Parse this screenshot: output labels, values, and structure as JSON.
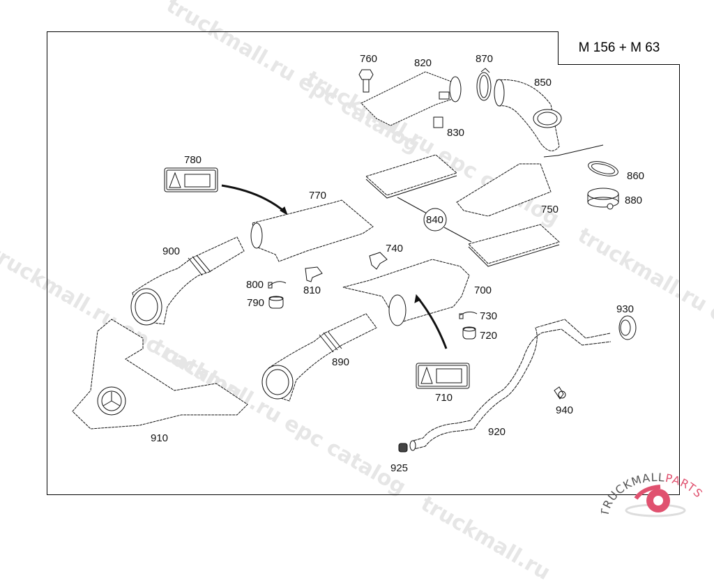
{
  "diagram": {
    "title": "M 156 + M 63",
    "watermark_texts": [
      "truckmall.ru epc catalog",
      "epc catalog",
      "truckmall.ru",
      "epc catalog",
      "truckmall.ru e"
    ],
    "parts": [
      {
        "id": "700",
        "label": "700"
      },
      {
        "id": "710",
        "label": "710"
      },
      {
        "id": "720",
        "label": "720"
      },
      {
        "id": "730",
        "label": "730"
      },
      {
        "id": "740",
        "label": "740"
      },
      {
        "id": "750",
        "label": "750"
      },
      {
        "id": "760",
        "label": "760"
      },
      {
        "id": "770",
        "label": "770"
      },
      {
        "id": "780",
        "label": "780"
      },
      {
        "id": "790",
        "label": "790"
      },
      {
        "id": "800",
        "label": "800"
      },
      {
        "id": "810",
        "label": "810"
      },
      {
        "id": "820",
        "label": "820"
      },
      {
        "id": "830",
        "label": "830"
      },
      {
        "id": "840",
        "label": "840"
      },
      {
        "id": "850",
        "label": "850"
      },
      {
        "id": "860",
        "label": "860"
      },
      {
        "id": "870",
        "label": "870"
      },
      {
        "id": "880",
        "label": "880"
      },
      {
        "id": "890",
        "label": "890"
      },
      {
        "id": "900",
        "label": "900"
      },
      {
        "id": "910",
        "label": "910"
      },
      {
        "id": "920",
        "label": "920"
      },
      {
        "id": "925",
        "label": "925"
      },
      {
        "id": "930",
        "label": "930"
      },
      {
        "id": "940",
        "label": "940"
      }
    ],
    "logo": {
      "text_primary": "TRUCKMALL",
      "text_accent": "PARTS",
      "accent_color": "#e0516f"
    }
  }
}
